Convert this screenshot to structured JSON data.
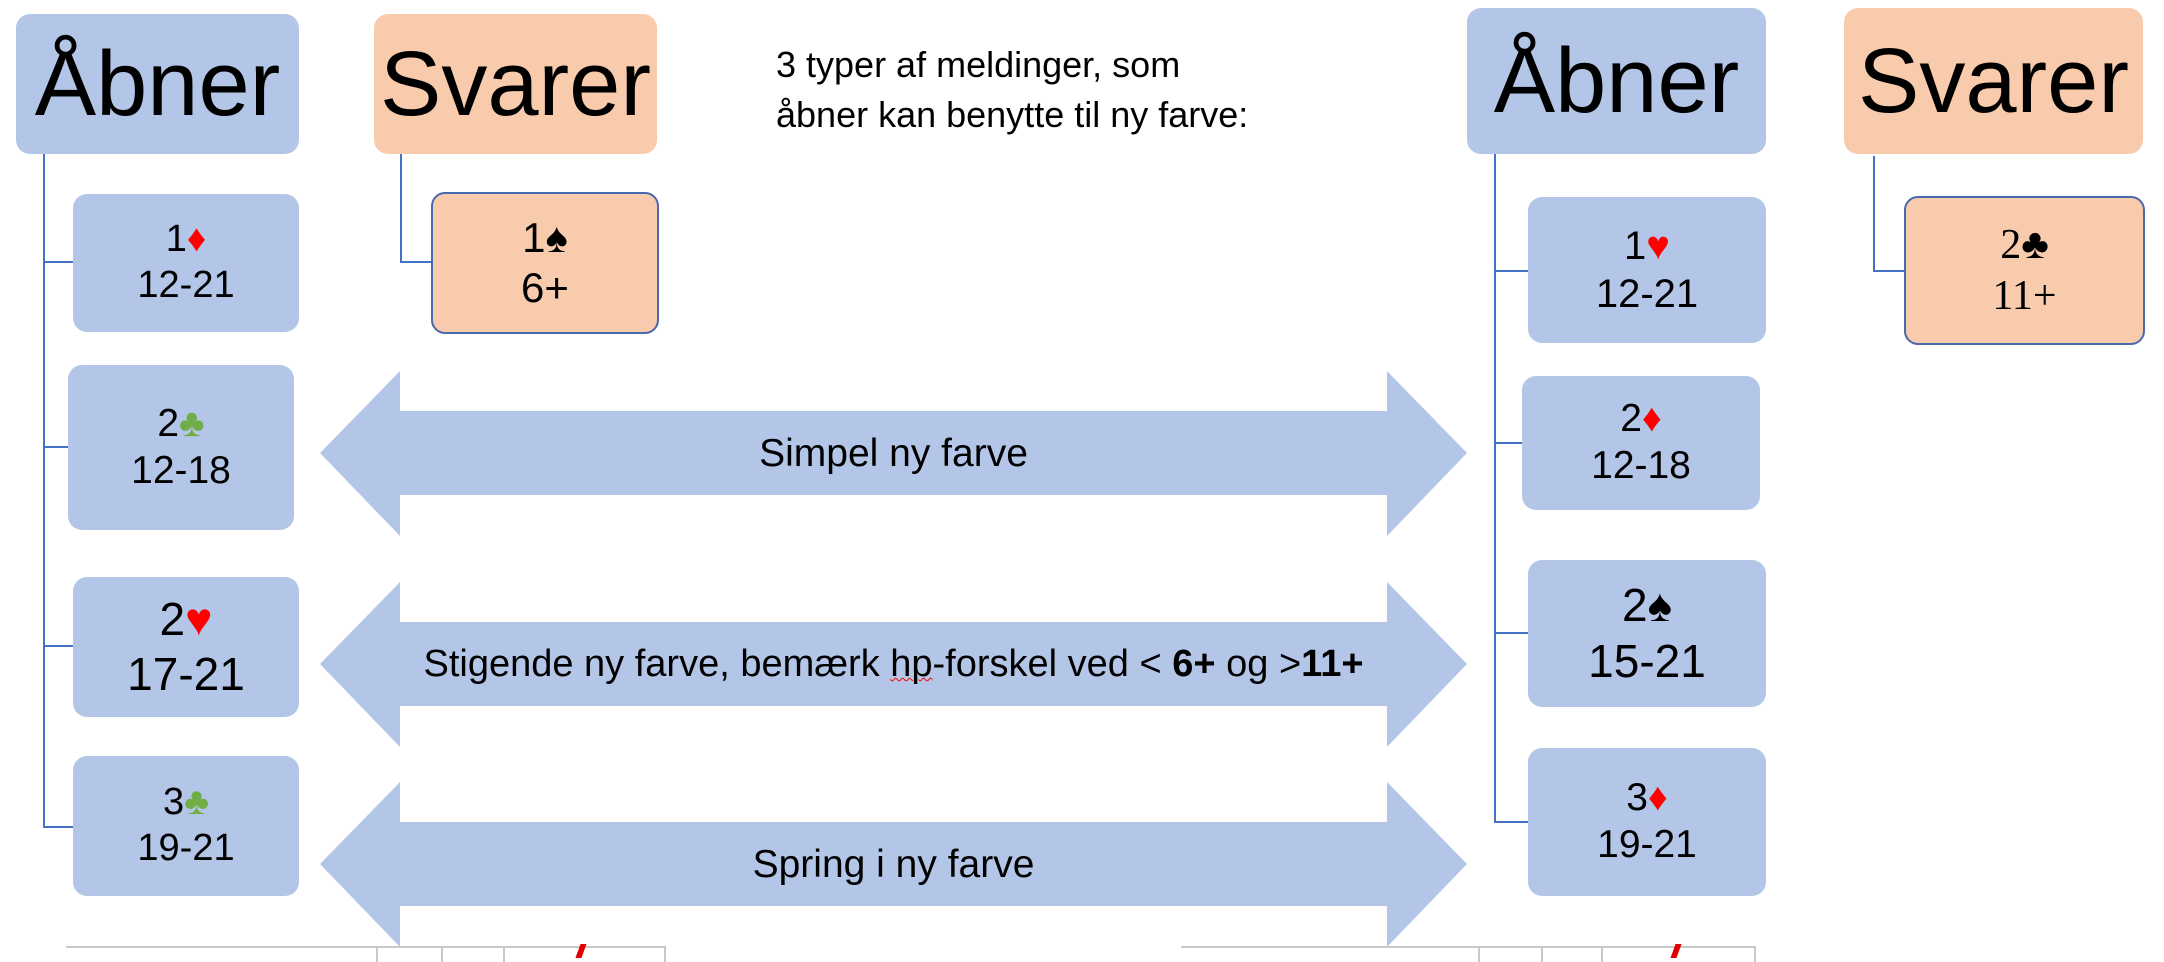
{
  "intro": {
    "line1": "3 typer af meldinger, som",
    "line2": "åbner kan benytte til ny farve:"
  },
  "left": {
    "opener_header": "Åbner",
    "responder_header": "Svarer",
    "opener_bids": [
      {
        "level": "1",
        "suit": "♦",
        "suit_color": "#ff0000",
        "range": "12-21"
      },
      {
        "level": "2",
        "suit": "♣",
        "suit_color": "#70ad47",
        "range": "12-18"
      },
      {
        "level": "2",
        "suit": "♥",
        "suit_color": "#ff0000",
        "range": "17-21"
      },
      {
        "level": "3",
        "suit": "♣",
        "suit_color": "#70ad47",
        "range": "19-21"
      }
    ],
    "responder_bid": {
      "level": "1",
      "suit": "♠",
      "suit_color": "#000000",
      "range": "6+"
    }
  },
  "right": {
    "opener_header": "Åbner",
    "responder_header": "Svarer",
    "opener_bids": [
      {
        "level": "1",
        "suit": "♥",
        "suit_color": "#ff0000",
        "range": "12-21"
      },
      {
        "level": "2",
        "suit": "♦",
        "suit_color": "#ff0000",
        "range": "12-18"
      },
      {
        "level": "2",
        "suit": "♠",
        "suit_color": "#000000",
        "range": "15-21"
      },
      {
        "level": "3",
        "suit": "♦",
        "suit_color": "#ff0000",
        "range": "19-21"
      }
    ],
    "responder_bid": {
      "level": "2",
      "suit": "♣",
      "suit_color": "#000000",
      "range": "11+"
    }
  },
  "arrows": {
    "simple": "Simpel ny farve",
    "ascending": {
      "text_a": "Stigende ny farve, bemærk ",
      "text_hp": "hp",
      "text_b": "-forskel ved < ",
      "bold_1": "6+",
      "text_c": " og >",
      "bold_2": "11+"
    },
    "jump": "Spring i ny farve"
  },
  "colors": {
    "opener_box": "#b4c6e7",
    "responder_box": "#f8cbad",
    "arrow_fill": "#b4c6e7",
    "connector": "#4472c4"
  }
}
